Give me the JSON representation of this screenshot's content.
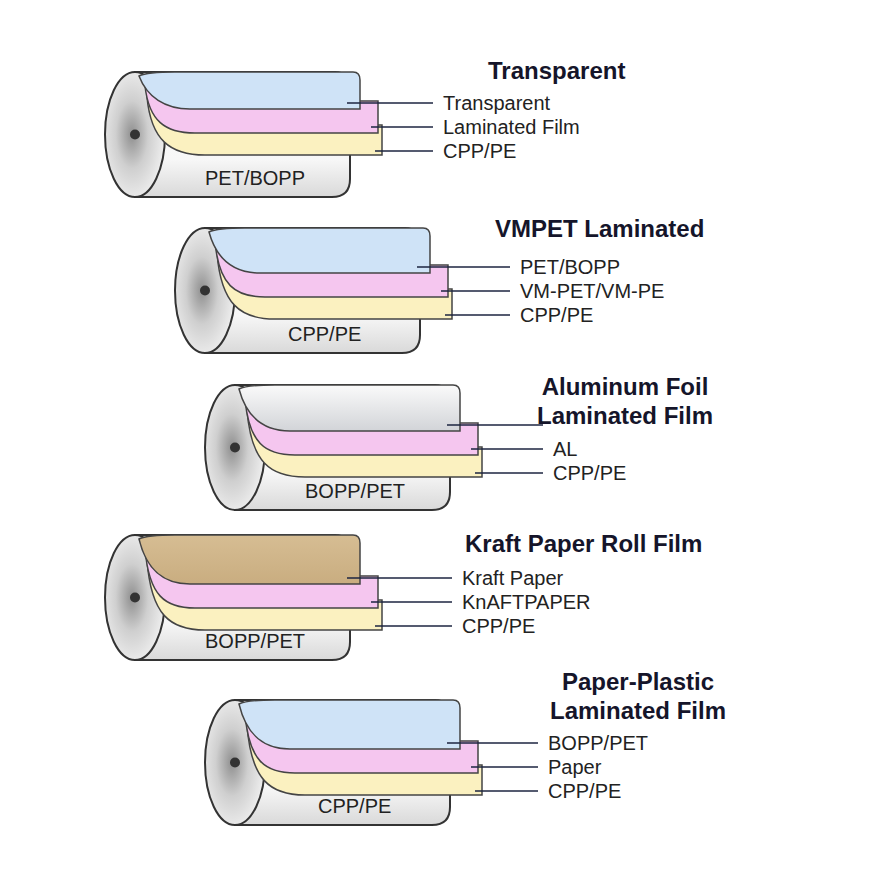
{
  "diagram": {
    "nodes": [
      {
        "text": [
          "PET/BOPP"
        ]
      },
      {
        "text": [
          "CPP/PE"
        ]
      },
      {
        "text": [
          "BOPP/PET"
        ]
      },
      {
        "text": [
          "BOPP/PET"
        ]
      },
      {
        "text": [
          "CPP/PE"
        ]
      }
    ],
    "labels": [
      "Transparent",
      "Transparent",
      "Laminated Film",
      "CPP/PE",
      "VMPET Laminated",
      "PET/BOPP",
      "VM-PET/VM-PE",
      "CPP/PE",
      "Aluminum Foil Laminated Film",
      "AL",
      "CPP/PE",
      "Kraft Paper Roll Film",
      "Kraft Paper",
      "KnAFTPAPER",
      "CPP/PE",
      "Paper-Plastic Laminated Film",
      "BOPP/PET",
      "Paper",
      "CPP/PE"
    ]
  }
}
